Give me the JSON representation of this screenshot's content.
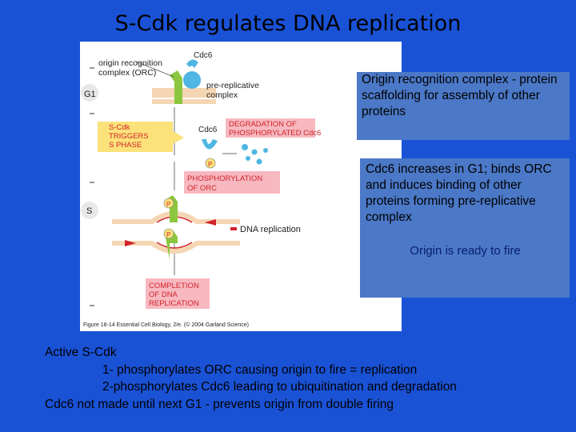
{
  "title": "S-Cdk regulates DNA replication",
  "figure": {
    "labels": {
      "orc": [
        "origin recognition",
        "complex (ORC)"
      ],
      "cdc6_top": "Cdc6",
      "prerep": [
        "pre-replicative",
        "complex"
      ],
      "g1": "G1",
      "s": "S",
      "scdk": [
        "S-Cdk",
        "TRIGGERS",
        "S PHASE"
      ],
      "cdc6_mid": "Cdc6",
      "degradation": [
        "DEGRADATION OF",
        "PHOSPHORYLATED Cdc6"
      ],
      "phospho_orc": [
        "PHOSPHORYLATION",
        "OF ORC"
      ],
      "dna_replication": "DNA replication",
      "completion": [
        "COMPLETION",
        "OF DNA",
        "REPLICATION"
      ],
      "p": "P",
      "caption": "Figure 18-14  Essential Cell Biology, 2/e. (© 2004 Garland Science)"
    },
    "colors": {
      "orc_green": "#8cc63f",
      "cdc6_blue": "#4fb6e3",
      "pink_box": "#f7b8c0",
      "yellow_box": "#fbe27a",
      "red": "#d2232a"
    }
  },
  "box1": {
    "text": "Origin recognition complex - protein scaffolding for assembly of other proteins"
  },
  "box2": {
    "text": "Cdc6 increases in G1; binds ORC and induces binding of other proteins forming pre-replicative complex",
    "ready": "Origin is ready to fire"
  },
  "notes": {
    "line1": "Active S-Cdk",
    "line2": "1- phosphorylates ORC causing origin to fire = replication",
    "line3": "2-phosphorylates Cdc6 leading to ubiquitination and degradation",
    "line4": "Cdc6 not made until next G1 - prevents origin from double firing"
  }
}
